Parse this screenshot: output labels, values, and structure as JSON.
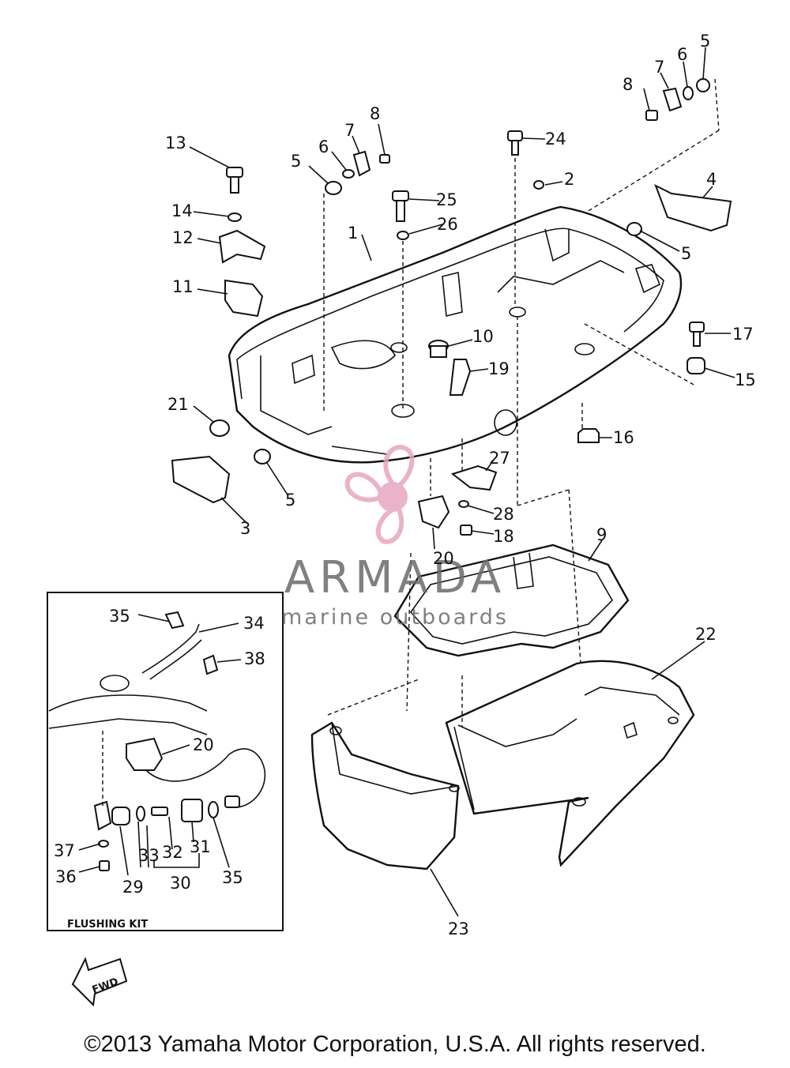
{
  "part_labels": [
    "1",
    "2",
    "3",
    "4",
    "5",
    "5",
    "5",
    "5",
    "6",
    "6",
    "7",
    "7",
    "8",
    "8",
    "9",
    "10",
    "11",
    "12",
    "13",
    "14",
    "15",
    "16",
    "17",
    "18",
    "19",
    "20",
    "20",
    "21",
    "22",
    "23",
    "24",
    "25",
    "26",
    "27",
    "28",
    "29",
    "30",
    "31",
    "32",
    "33",
    "34",
    "35",
    "35",
    "36",
    "37",
    "38"
  ],
  "inset": {
    "title": "FLUSHING KIT"
  },
  "fwd_arrow": {
    "label": "FWD"
  },
  "watermark": {
    "brand": "ARMADA",
    "tagline": "marine outboards",
    "brand_color": "#6b6b6b",
    "logo_color": "#e7a6c0"
  },
  "copyright": "©2013 Yamaha Motor Corporation, U.S.A. All rights reserved."
}
